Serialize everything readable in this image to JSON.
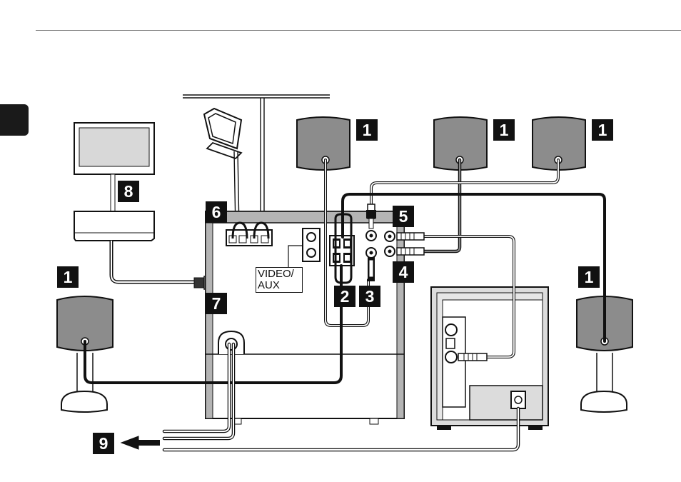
{
  "labels": {
    "video_aux_line1": "VIDEO/",
    "video_aux_line2": "AUX"
  },
  "callouts": {
    "speaker_front_left_top": "1",
    "speaker_center_top": "1",
    "speaker_front_right_top": "1",
    "speaker_left": "1",
    "speaker_right": "1",
    "speaker_terminals": "2",
    "surround_jacks": "3",
    "audio_out": "4",
    "subwoofer_out": "5",
    "antenna": "6",
    "digital_in": "7",
    "tv": "8",
    "power": "9"
  },
  "colors": {
    "ink": "#111111",
    "speaker_grey": "#8c8c8c",
    "unit_grey": "#b4b4b4",
    "panel_light": "#dcdcdc",
    "page": "#ffffff"
  }
}
